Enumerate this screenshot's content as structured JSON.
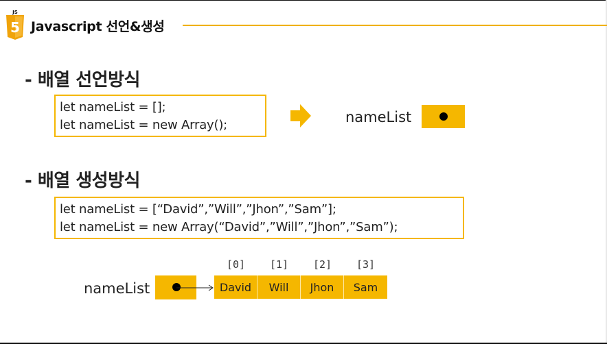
{
  "header": {
    "logo_text": "JS",
    "logo_number": "5",
    "title": "Javascript 선언&생성",
    "accent_color": "#f5b700",
    "logo_color": "#f0a30a"
  },
  "section1": {
    "title": "- 배열 선언방식",
    "code": [
      "let nameList = [];",
      "let nameList = new Array();"
    ],
    "variable_label": "nameList"
  },
  "section2": {
    "title": "- 배열 생성방식",
    "code": [
      "let nameList = [“David”,”Will”,”Jhon”,”Sam”];",
      "let nameList = new Array(“David”,”Will”,”Jhon”,”Sam”);"
    ],
    "variable_label": "nameList",
    "indices": [
      "[0]",
      "[1]",
      "[2]",
      "[3]"
    ],
    "values": [
      "David",
      "Will",
      "Jhon",
      "Sam"
    ]
  }
}
